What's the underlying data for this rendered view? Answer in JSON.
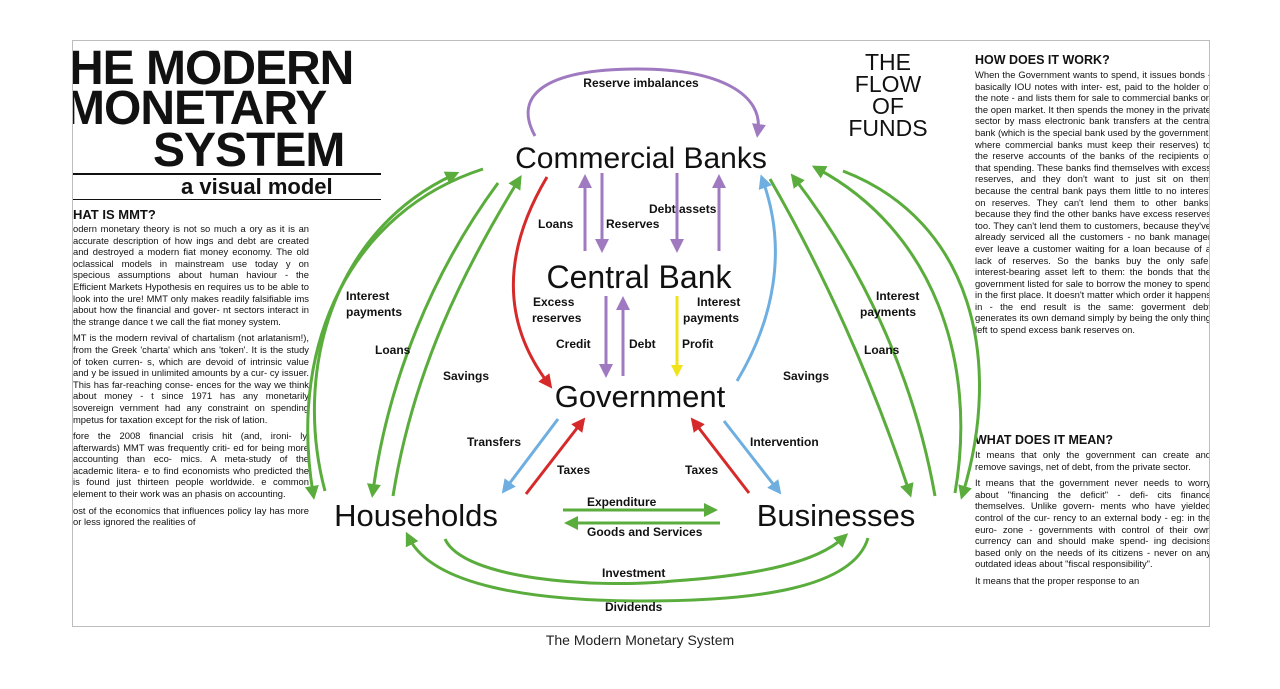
{
  "left_panel": {
    "title_line1": "HE MODERN",
    "title_line2": "MONETARY",
    "title_line3": "SYSTEM",
    "subtitle": "a visual model",
    "heading": "HAT IS MMT?",
    "paragraphs": [
      "odern monetary theory is not so much a ory as it is an accurate description of how ings and debt are created and destroyed a modern fiat money economy. The old oclassical models in mainstream use today y on specious assumptions about human haviour - the Efficient Markets Hypothesis en requires us to be able to look into the ure! MMT only makes readily falsifiable ims about how the financial and gover- nt sectors interact in the strange dance t we call the fiat money system.",
      "MT is the modern revival of chartalism (not arlatanism!), from the Greek 'charta' which ans 'token'. It is the study of token curren- s, which are devoid of intrinsic value and y be issued in unlimited amounts by a cur- cy issuer. This has far-reaching conse- ences for the way we think about money - t since 1971 has any monetarily sovereign vernment had any constraint on spending mpetus for taxation except for the risk of lation.",
      "fore the 2008 financial crisis hit (and, ironi- ly, afterwards) MMT was frequently criti- ed for being more accounting than eco- mics. A meta-study of the academic litera- e to find economists who predicted the is found just thirteen people worldwide. e common element to their work was an phasis on accounting.",
      "ost of the economics that influences policy lay has more or less ignored the realities of"
    ]
  },
  "right_panel": {
    "flow_title": [
      "THE",
      "FLOW",
      "OF",
      "FUNDS"
    ],
    "heading1": "HOW DOES IT WORK?",
    "how_text": "When the Government wants to spend, it issues bonds - basically IOU notes with inter- est, paid to the holder of the note - and lists them for sale to commercial banks on the open market. It then spends the money in the private sector by mass electronic bank transfers at the central bank (which is the special bank used by the government, where commercial banks must keep their reserves) to the reserve accounts of the banks of the recipients of that spending. These banks find themselves with excess reserves, and they don't want to just sit on them because the central bank pays them little to no interest on reserves. They can't lend them to other banks, because they find the other banks have excess reserves too. They can't lend them to customers, because they've already serviced all the customers - no bank manager ever leave a customer waiting for a loan because of a lack of reserves. So the banks buy the only safe, interest-bearing asset left to them: the bonds that the government listed for sale to borrow the money to spend in the first place. It doesn't matter which order it happens in - the end result is the same: goverment debt generates its own demand simply by being the only thing left to spend excess bank reserves on.",
    "heading2": "WHAT DOES IT MEAN?",
    "mean_paragraphs": [
      "It means that only the government can create and remove savings, net of debt, from the private sector.",
      "It means that the government never needs to worry about \"financing the deficit\" - defi- cits finance themselves. Unlike govern- ments who have yielded control of the cur- rency to an external body - eg: in the euro- zone - governments with control of their own currency can and should make spend- ing decisions based only on the needs of its citizens - never on any outdated ideas about \"fiscal responsibility\".",
      "It means that the proper response to an"
    ]
  },
  "diagram": {
    "nodes": {
      "commercial_banks": "Commercial Banks",
      "central_bank": "Central Bank",
      "government": "Government",
      "households": "Households",
      "businesses": "Businesses"
    },
    "labels": {
      "reserve_imbalances": "Reserve imbalances",
      "loans_cb": "Loans",
      "reserves": "Reserves",
      "debt_assets": "Debt assets",
      "excess_line1": "Excess",
      "excess_line2": "reserves",
      "interest_line1": "Interest",
      "interest_line2": "payments",
      "credit": "Credit",
      "debt": "Debt",
      "profit": "Profit",
      "left_interest_line1": "Interest",
      "left_interest_line2": "payments",
      "left_loans": "Loans",
      "left_savings": "Savings",
      "right_interest_line1": "Interest",
      "right_interest_line2": "payments",
      "right_loans": "Loans",
      "right_savings": "Savings",
      "transfers": "Transfers",
      "taxes_left": "Taxes",
      "taxes_right": "Taxes",
      "intervention": "Intervention",
      "expenditure": "Expenditure",
      "goods_services": "Goods and Services",
      "investment": "Investment",
      "dividends": "Dividends"
    },
    "colors": {
      "purple": "#a07ac0",
      "green": "#5aad3c",
      "red": "#d62a2a",
      "blue": "#6eaee0",
      "yellow": "#f2e21a"
    }
  },
  "caption": "The Modern Monetary System"
}
